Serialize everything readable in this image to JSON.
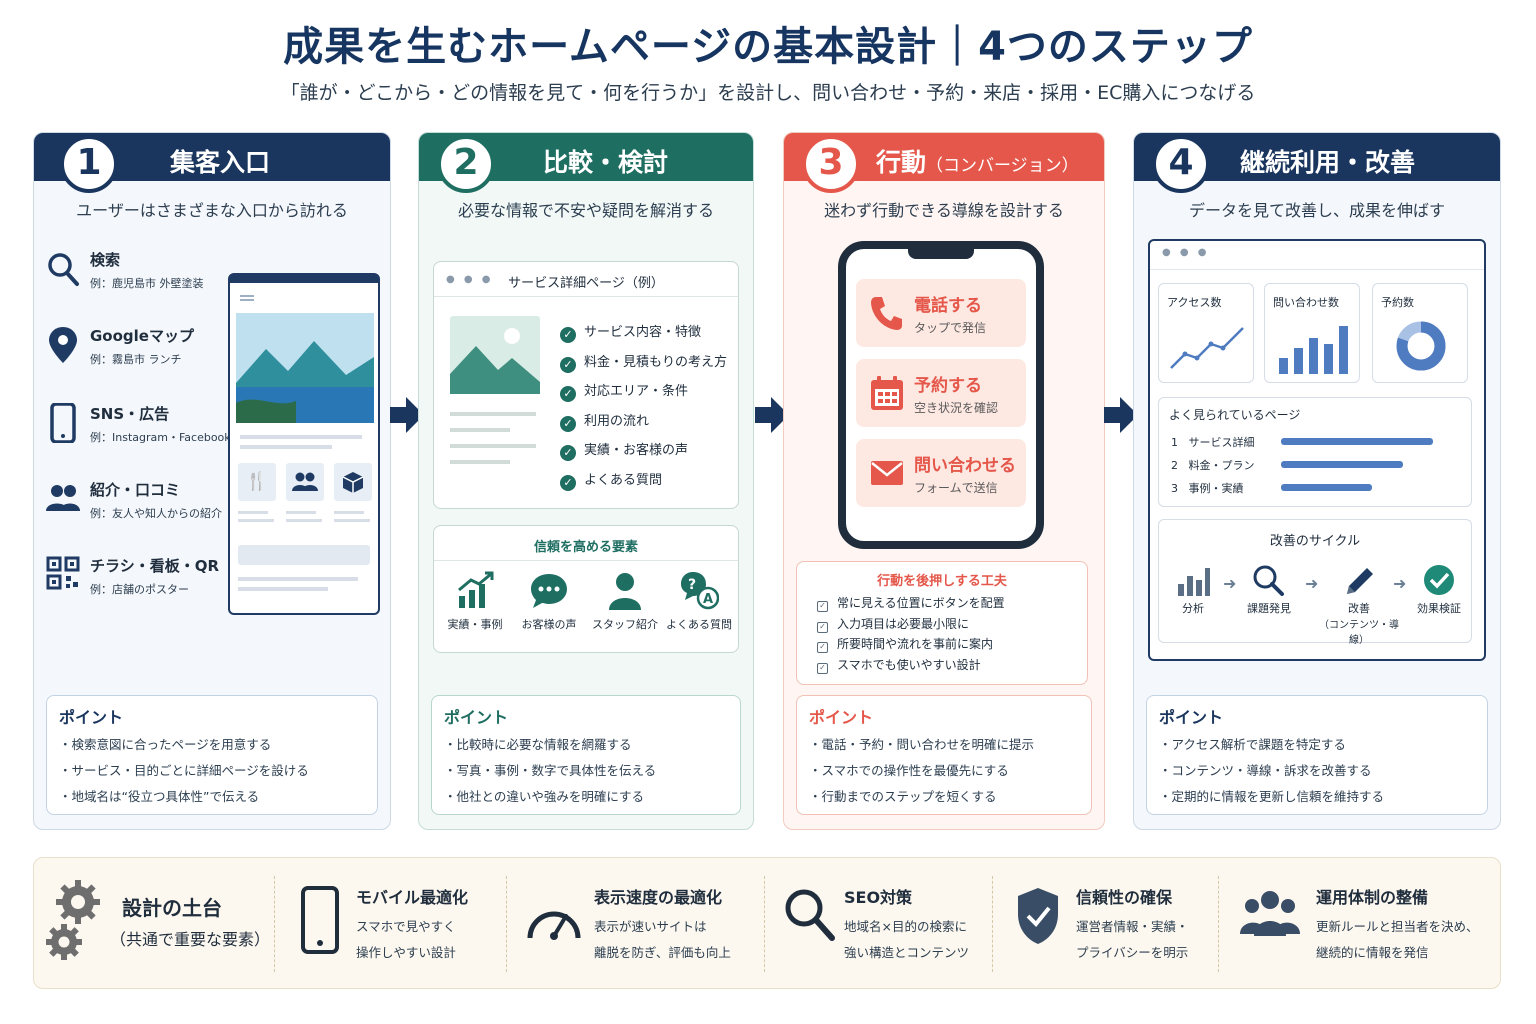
{
  "header": {
    "title": "成果を生むホームページの基本設計｜4つのステップ",
    "subtitle": "「誰が・どこから・どの情報を見て・何を行うか」を設計し、問い合わせ・予約・来店・採用・EC購入につなげる"
  },
  "steps": [
    {
      "number": "1",
      "title": "集客入口",
      "lead": "ユーザーはさまざまな入口から訪れる",
      "entries": [
        {
          "title": "検索",
          "example": "例：鹿児島市 外壁塗装",
          "icon": "search-icon"
        },
        {
          "title": "Googleマップ",
          "example": "例：霧島市 ランチ",
          "icon": "map-pin-icon"
        },
        {
          "title": "SNS・広告",
          "example": "例：Instagram・Facebook",
          "icon": "smartphone-icon"
        },
        {
          "title": "紹介・口コミ",
          "example": "例：友人や知人からの紹介",
          "icon": "people-icon"
        },
        {
          "title": "チラシ・看板・QR",
          "example": "例：店舗のポスター",
          "icon": "qr-code-icon"
        }
      ],
      "point_title": "ポイント",
      "points": [
        "・検索意図に合ったページを用意する",
        "・サービス・目的ごとに詳細ページを設ける",
        "・地域名は“役立つ具体性”で伝える"
      ]
    },
    {
      "number": "2",
      "title": "比較・検討",
      "lead": "必要な情報で不安や疑問を解消する",
      "page_title": "サービス詳細ページ（例）",
      "checks": [
        "サービス内容・特徴",
        "料金・見積もりの考え方",
        "対応エリア・条件",
        "利用の流れ",
        "実績・お客様の声",
        "よくある質問"
      ],
      "trust_title": "信頼を高める要素",
      "trust_items": [
        {
          "label": "実績・事例",
          "icon": "growth-chart-icon"
        },
        {
          "label": "お客様の声",
          "icon": "speech-bubble-icon"
        },
        {
          "label": "スタッフ紹介",
          "icon": "staff-icon"
        },
        {
          "label": "よくある質問",
          "icon": "faq-icon"
        }
      ],
      "point_title": "ポイント",
      "points": [
        "・比較時に必要な情報を網羅する",
        "・写真・事例・数字で具体性を伝える",
        "・他社との違いや強みを明確にする"
      ]
    },
    {
      "number": "3",
      "title": "行動",
      "title_sub": "（コンバージョン）",
      "lead": "迷わず行動できる導線を設計する",
      "actions": [
        {
          "title": "電話する",
          "sub": "タップで発信",
          "icon": "phone-icon"
        },
        {
          "title": "予約する",
          "sub": "空き状況を確認",
          "icon": "calendar-icon"
        },
        {
          "title": "問い合わせる",
          "sub": "フォームで送信",
          "icon": "mail-icon"
        }
      ],
      "push_title": "行動を後押しする工夫",
      "push_items": [
        "常に見える位置にボタンを配置",
        "入力項目は必要最小限に",
        "所要時間や流れを事前に案内",
        "スマホでも使いやすい設計"
      ],
      "point_title": "ポイント",
      "points": [
        "・電話・予約・問い合わせを明確に提示",
        "・スマホでの操作性を最優先にする",
        "・行動までのステップを短くする"
      ]
    },
    {
      "number": "4",
      "title": "継続利用・改善",
      "lead": "データを見て改善し、成果を伸ばす",
      "kpis": [
        "アクセス数",
        "問い合わせ数",
        "予約数"
      ],
      "pages_title": "よく見られているページ",
      "pages": [
        {
          "rank": "1",
          "name": "サービス詳細",
          "share": 1.0
        },
        {
          "rank": "2",
          "name": "料金・プラン",
          "share": 0.8
        },
        {
          "rank": "3",
          "name": "事例・実績",
          "share": 0.6
        }
      ],
      "cycle_title": "改善のサイクル",
      "cycle": [
        {
          "label": "分析",
          "sub": "",
          "icon": "bar-chart-icon"
        },
        {
          "label": "課題発見",
          "sub": "",
          "icon": "magnifier-icon"
        },
        {
          "label": "改善",
          "sub": "（コンテンツ・導線）",
          "icon": "pencil-icon"
        },
        {
          "label": "効果検証",
          "sub": "",
          "icon": "check-circle-icon"
        }
      ],
      "point_title": "ポイント",
      "points": [
        "・アクセス解析で課題を特定する",
        "・コンテンツ・導線・訴求を改善する",
        "・定期的に情報を更新し信頼を維持する"
      ]
    }
  ],
  "foundation": {
    "title": "設計の土台",
    "subtitle": "（共通で重要な要素）",
    "items": [
      {
        "title": "モバイル最適化",
        "lines": [
          "スマホで見やすく",
          "操作しやすい設計"
        ],
        "icon": "mobile-icon"
      },
      {
        "title": "表示速度の最適化",
        "lines": [
          "表示が速いサイトは",
          "離脱を防ぎ、評価も向上"
        ],
        "icon": "speedometer-icon"
      },
      {
        "title": "SEO対策",
        "lines": [
          "地域名×目的の検索に",
          "強い構造とコンテンツ"
        ],
        "icon": "seo-search-icon"
      },
      {
        "title": "信頼性の確保",
        "lines": [
          "運営者情報・実績・",
          "プライバシーを明示"
        ],
        "icon": "shield-check-icon"
      },
      {
        "title": "運用体制の整備",
        "lines": [
          "更新ルールと担当者を決め、",
          "継続的に情報を発信"
        ],
        "icon": "team-icon"
      }
    ]
  },
  "colors": {
    "navy": "#1a355e",
    "teal": "#1f6e62",
    "coral": "#e4574a",
    "blue": "#4f7bc0"
  }
}
